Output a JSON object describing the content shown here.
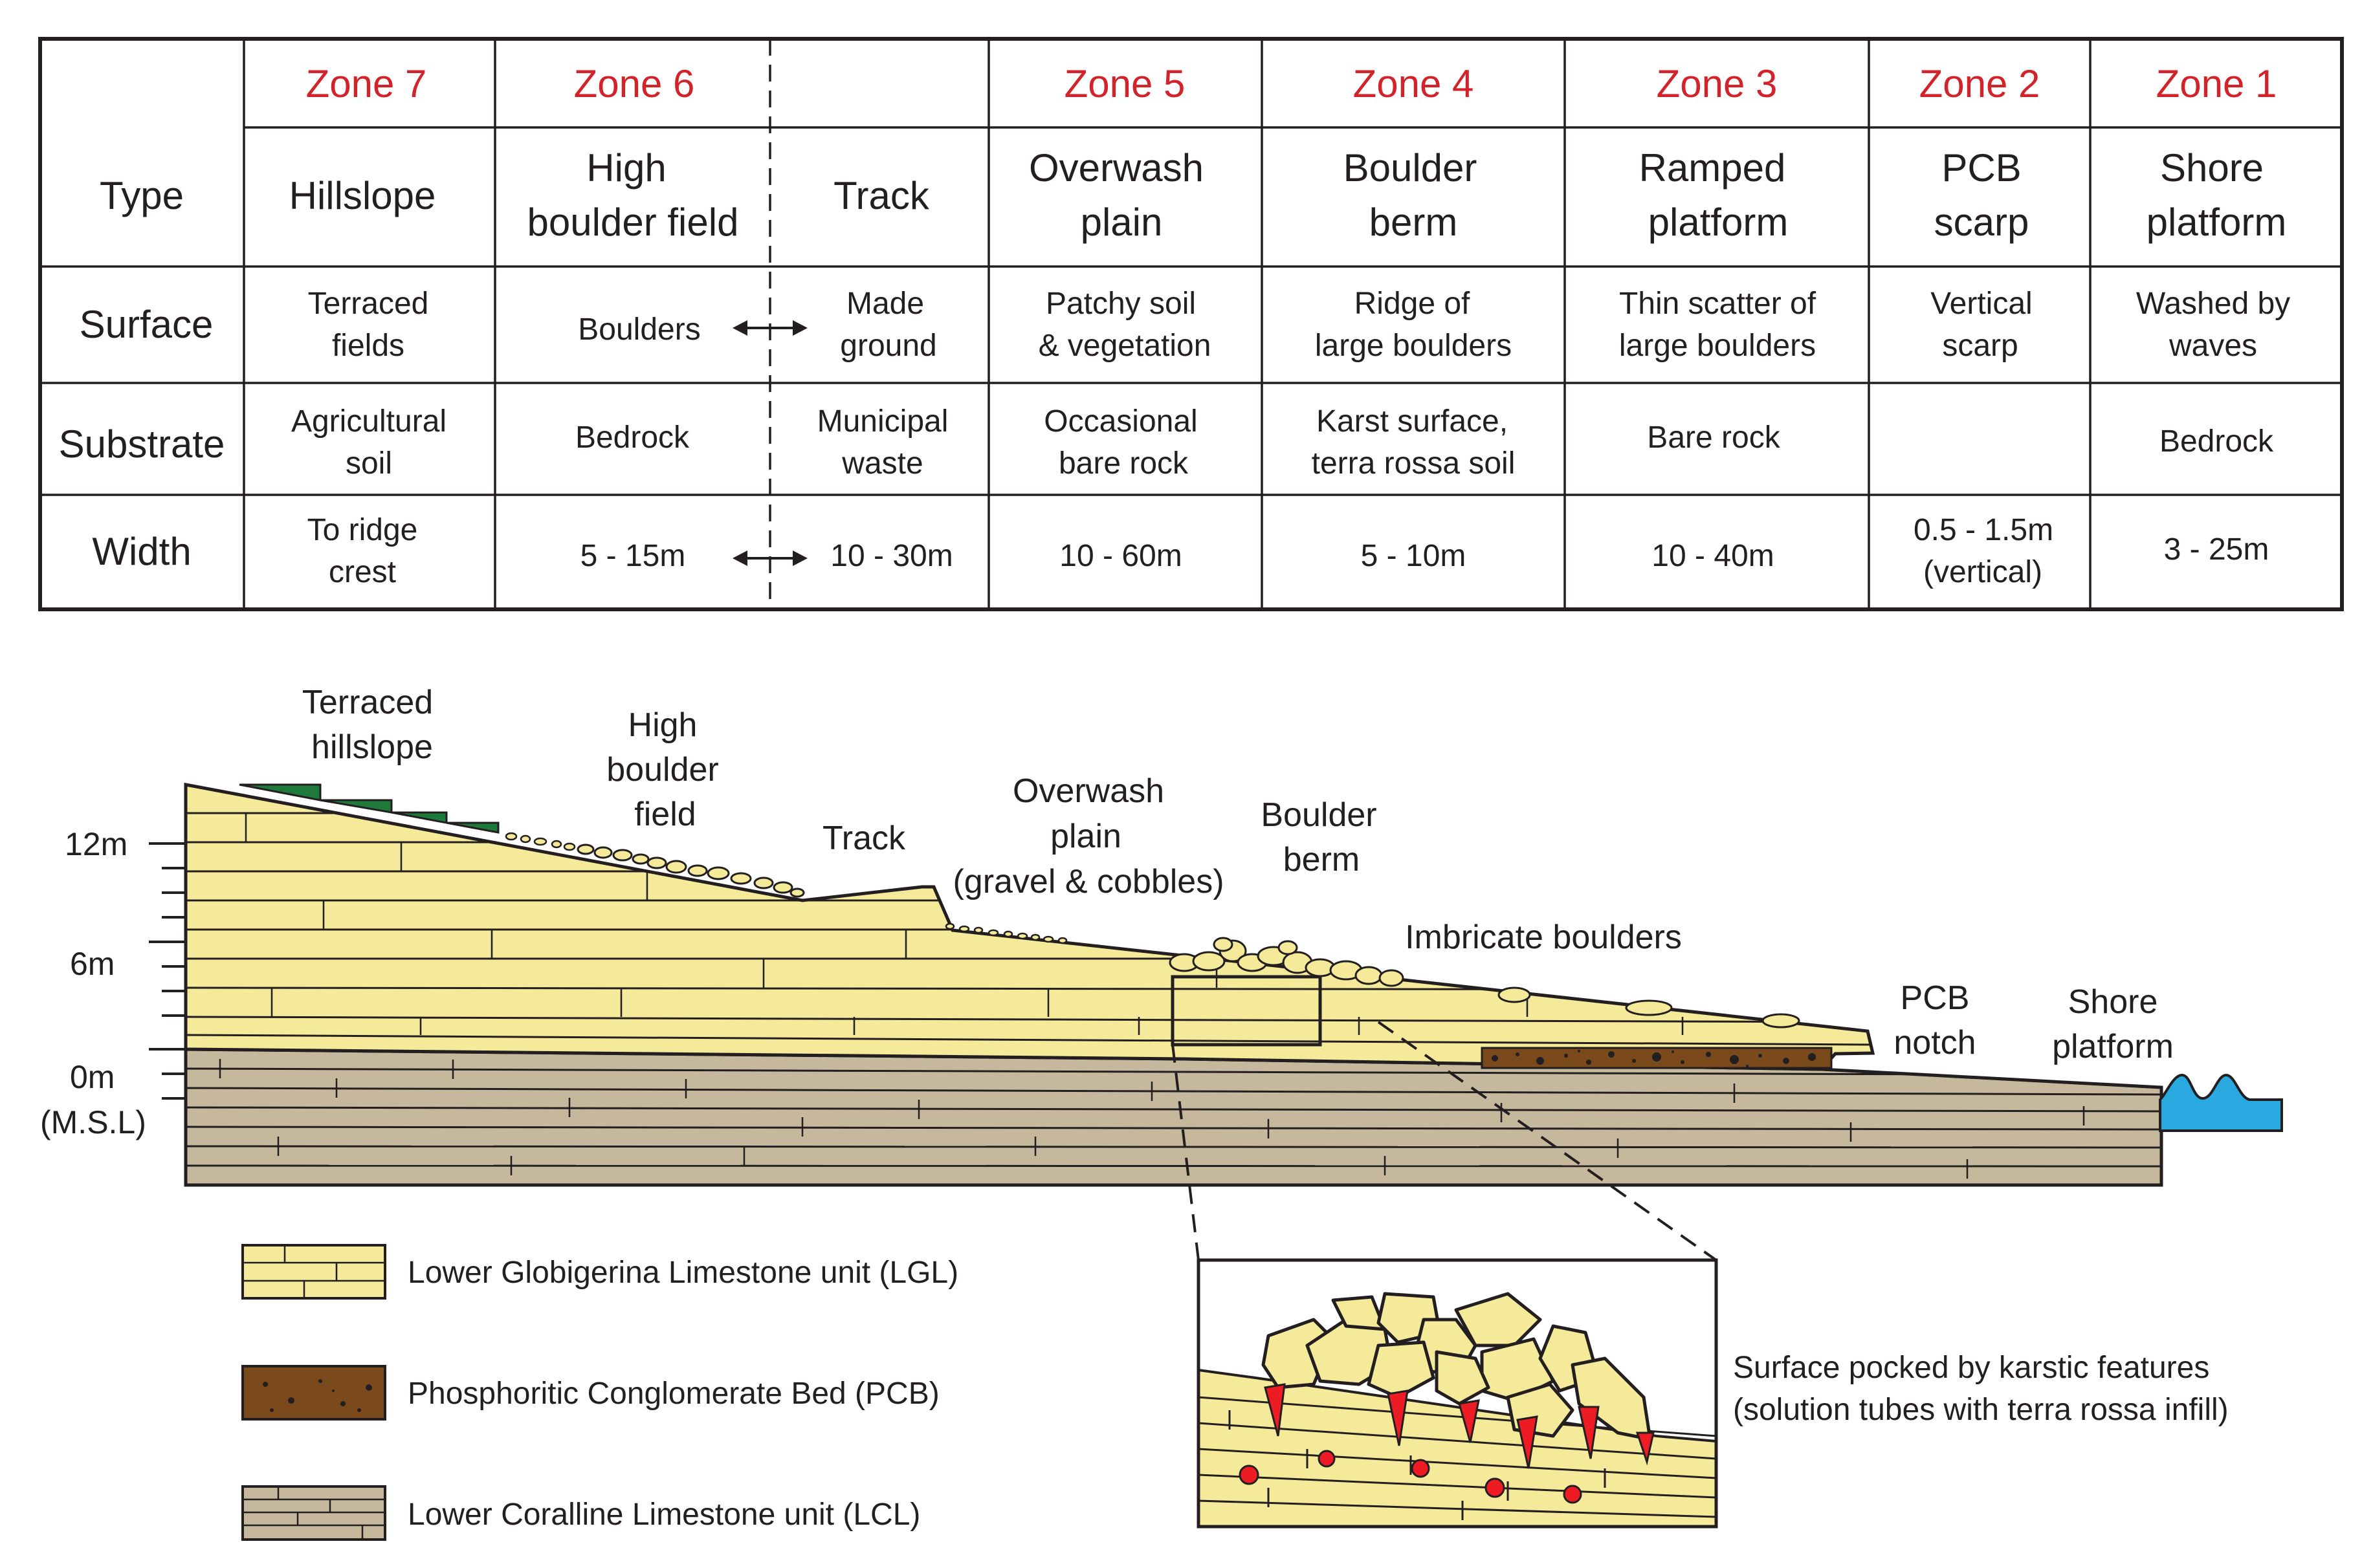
{
  "colors": {
    "zone_label": "#d2232a",
    "lgl": "#f5e99a",
    "lcl": "#c6b89c",
    "pcb": "#7a4a1c",
    "grass": "#1d7a3a",
    "sea": "#29a9e0",
    "solution_tube": "#ed1c24"
  },
  "table": {
    "zones": [
      "Zone 7",
      "Zone 6",
      "",
      "Zone 5",
      "Zone 4",
      "Zone 3",
      "Zone 2",
      "Zone 1"
    ],
    "type": {
      "header": "Type",
      "cells": [
        [
          "Hillslope"
        ],
        [
          "High",
          "boulder field"
        ],
        [
          "Track"
        ],
        [
          "Overwash",
          "plain"
        ],
        [
          "Boulder",
          "berm"
        ],
        [
          "Ramped",
          "platform"
        ],
        [
          "PCB",
          "scarp"
        ],
        [
          "Shore",
          "platform"
        ]
      ]
    },
    "surface": {
      "header": "Surface",
      "cells": [
        [
          "Terraced",
          "fields"
        ],
        [
          "Boulders"
        ],
        [
          "Made",
          "ground"
        ],
        [
          "Patchy soil",
          "& vegetation"
        ],
        [
          "Ridge of",
          "large boulders"
        ],
        [
          "Thin scatter of",
          "large boulders"
        ],
        [
          "Vertical",
          "scarp"
        ],
        [
          "Washed by",
          "waves"
        ]
      ]
    },
    "substrate": {
      "header": "Substrate",
      "cells": [
        [
          "Agricultural",
          "soil"
        ],
        [
          "Bedrock"
        ],
        [
          "Municipal",
          "waste"
        ],
        [
          "Occasional",
          "bare rock"
        ],
        [
          "Karst surface,",
          "terra rossa soil"
        ],
        [
          "Bare rock"
        ],
        [],
        [
          "Bedrock"
        ]
      ]
    },
    "width": {
      "header": "Width",
      "cells": [
        [
          "To ridge",
          "crest"
        ],
        [
          "5 - 15m"
        ],
        [
          "10 - 30m"
        ],
        [
          "10 - 60m"
        ],
        [
          "5 - 10m"
        ],
        [
          "10 - 40m"
        ],
        [
          "0.5 - 1.5m",
          "(vertical)"
        ],
        [
          "3 - 25m"
        ]
      ]
    }
  },
  "profile_labels": {
    "terraced_hillslope": [
      "Terraced",
      "hillslope"
    ],
    "high_boulder_field": [
      "High",
      "boulder",
      "field"
    ],
    "track": [
      "Track"
    ],
    "overwash_plain": [
      "Overwash",
      "plain",
      "(gravel & cobbles)"
    ],
    "boulder_berm": [
      "Boulder",
      "berm"
    ],
    "imbricate_boulders": [
      "Imbricate boulders"
    ],
    "pcb_notch": [
      "PCB",
      "notch"
    ],
    "shore_platform": [
      "Shore",
      "platform"
    ]
  },
  "elevation_axis": {
    "ticks": [
      "12m",
      "6m",
      "0m"
    ],
    "datum": "(M.S.L)"
  },
  "legend": {
    "lgl": "Lower Globigerina Limestone unit (LGL)",
    "pcb": "Phosphoritic Conglomerate Bed (PCB)",
    "lcl": "Lower Coralline Limestone unit (LCL)"
  },
  "inset_caption": [
    "Surface pocked by karstic features",
    "(solution tubes with terra rossa infill)"
  ]
}
